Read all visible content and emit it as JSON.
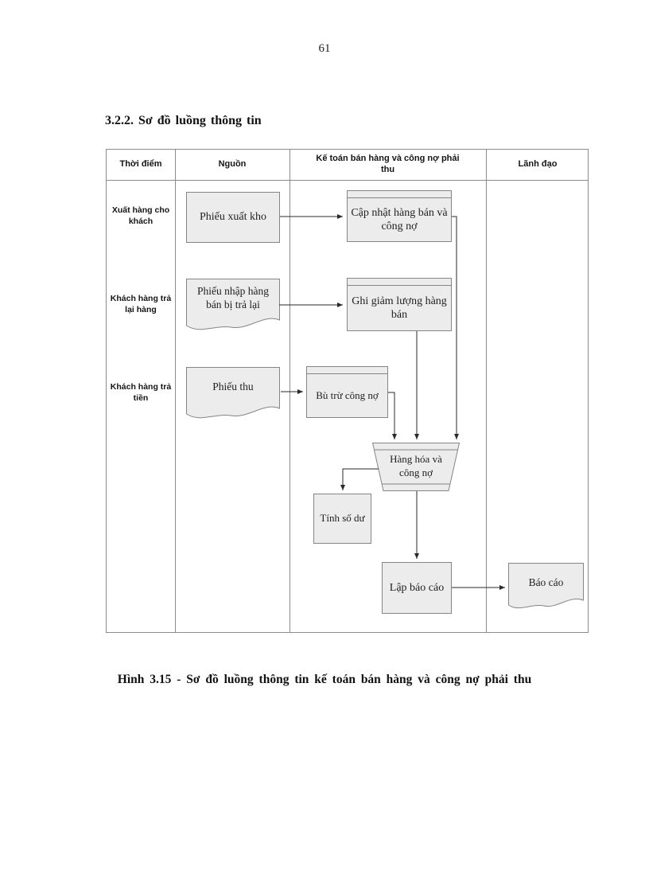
{
  "page": {
    "number": "61",
    "heading": "3.2.2. Sơ đồ luồng thông tin",
    "caption": "Hình 3.15 - Sơ đồ luồng thông tin kế toán bán hàng và công nợ phải thu"
  },
  "diagram": {
    "columns": [
      {
        "label": "Thời điểm"
      },
      {
        "label": "Nguồn"
      },
      {
        "label": "Kế toán bán hàng và công nợ phải thu"
      },
      {
        "label": "Lãnh đạo"
      }
    ],
    "rows": [
      {
        "label": "Xuất hàng cho khách"
      },
      {
        "label": "Khách hàng trả lại hàng"
      },
      {
        "label": "Khách hàng trả tiền"
      }
    ],
    "nodes": {
      "phieu_xuat_kho": "Phiếu xuất kho",
      "phieu_nhap": "Phiếu nhập hàng bán bị trả lại",
      "phieu_thu": "Phiếu thu",
      "cap_nhat": "Cập nhật hàng bán và công nợ",
      "ghi_giam": "Ghi giảm lượng hàng bán",
      "bu_tru": "Bù trừ công nợ",
      "hang_hoa": "Hàng hóa và công nợ",
      "tinh_so_du": "Tính số dư",
      "lap_bao_cao": "Lập báo cáo",
      "bao_cao": "Báo cáo"
    },
    "colors": {
      "shape_fill": "#ececec",
      "shape_border": "#858585",
      "grid_border": "#8c8c8c",
      "arrow": "#2a2a2a"
    }
  }
}
